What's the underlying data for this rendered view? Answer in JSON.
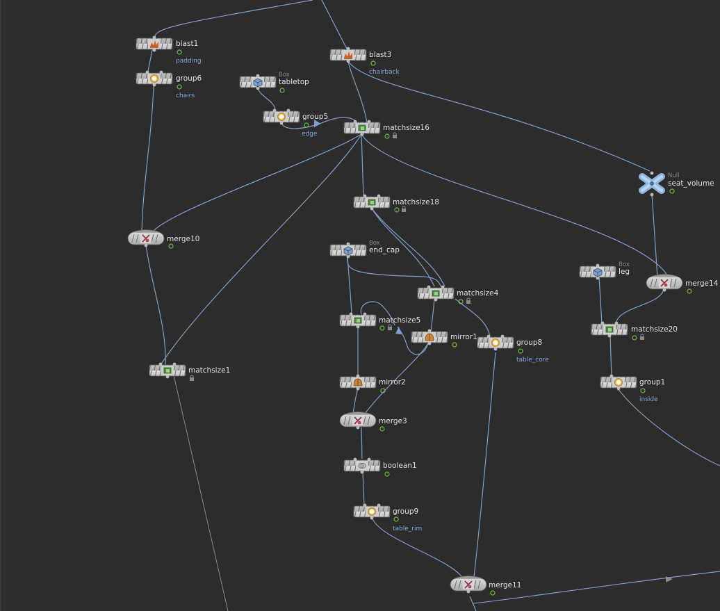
{
  "network_editor": {
    "nodes": {
      "blast1": {
        "name": "blast1",
        "subtitle": "padding"
      },
      "group6": {
        "name": "group6",
        "subtitle": "chairs"
      },
      "blast3": {
        "name": "blast3",
        "subtitle": "chairback"
      },
      "tabletop": {
        "name": "tabletop",
        "type": "Box"
      },
      "group5": {
        "name": "group5",
        "subtitle": "edge"
      },
      "matchsize16": {
        "name": "matchsize16"
      },
      "seat_volume": {
        "name": "seat_volume",
        "type": "Null"
      },
      "matchsize18": {
        "name": "matchsize18"
      },
      "merge10": {
        "name": "merge10"
      },
      "end_cap": {
        "name": "end_cap",
        "type": "Box"
      },
      "leg": {
        "name": "leg",
        "type": "Box"
      },
      "merge14": {
        "name": "merge14"
      },
      "matchsize4": {
        "name": "matchsize4"
      },
      "matchsize5": {
        "name": "matchsize5"
      },
      "mirror1": {
        "name": "mirror1"
      },
      "group8": {
        "name": "group8",
        "subtitle": "table_core"
      },
      "matchsize20": {
        "name": "matchsize20"
      },
      "matchsize1": {
        "name": "matchsize1"
      },
      "mirror2": {
        "name": "mirror2"
      },
      "group1": {
        "name": "group1",
        "subtitle": "inside"
      },
      "merge3": {
        "name": "merge3"
      },
      "boolean1": {
        "name": "boolean1"
      },
      "group9": {
        "name": "group9",
        "subtitle": "table_rim"
      },
      "merge11": {
        "name": "merge11"
      }
    },
    "colors": {
      "background": "#2c2c2c",
      "wire": "#7f9fcc",
      "status_flag": "#6abf3a"
    }
  }
}
